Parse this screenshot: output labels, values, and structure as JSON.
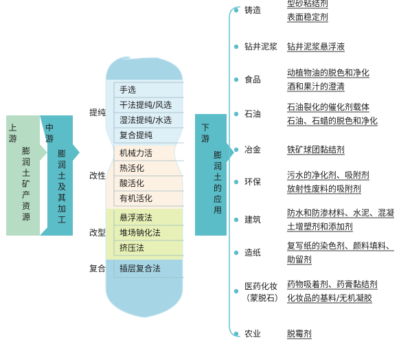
{
  "colors": {
    "upstream": "#b6dcc3",
    "midstream": "#5bbdc8",
    "downstream": "#5bbdc8",
    "purify": "#ddeff7",
    "modify": "#fdf1e3",
    "reform": "#e7f1b7",
    "composite": "#a6d6e6",
    "cap": "#a6d6e6",
    "line": "#6cc4d2",
    "dot": "#5cbcca",
    "underline": "#333333"
  },
  "upstream": {
    "line1": "上游",
    "line2": "膨润土矿产资源"
  },
  "midstream": {
    "line1": "中游",
    "line2": "膨润土及其加工"
  },
  "downstream": {
    "line1": "下游",
    "line2": "膨润土的应用"
  },
  "processing": {
    "groups": [
      {
        "label": "提纯",
        "color_key": "purify",
        "items": [
          "手选",
          "干法提纯/风选",
          "湿法提纯/水选",
          "复合提纯"
        ]
      },
      {
        "label": "改性",
        "color_key": "modify",
        "items": [
          "机械力活",
          "热活化",
          "酸活化",
          "有机活化"
        ]
      },
      {
        "label": "改型",
        "color_key": "reform",
        "items": [
          "悬浮液法",
          "堆场钠化法",
          "挤压法"
        ]
      },
      {
        "label": "复合",
        "color_key": "composite",
        "items": [
          "插层复合法"
        ]
      }
    ]
  },
  "applications": [
    {
      "category": "铸造",
      "details": [
        "型砂粘结剂",
        "表面稳定剂"
      ]
    },
    {
      "category": "钻井泥浆",
      "details": [
        "钻井泥浆悬浮液"
      ]
    },
    {
      "category": "食品",
      "details": [
        "动植物油的脱色和净化",
        "酒和果汁的澄清"
      ]
    },
    {
      "category": "石油",
      "details": [
        "石油裂化的催化剂载体",
        "石油、石蜡的脱色和净化"
      ]
    },
    {
      "category": "冶金",
      "details": [
        "铁矿球团黏结剂"
      ]
    },
    {
      "category": "环保",
      "details": [
        "污水的净化剂、吸附剂",
        "放射性废料的吸附剂"
      ]
    },
    {
      "category": "建筑",
      "details": [
        "防水和防渗材料、水泥、混凝",
        "土增塑剂和添加剂"
      ]
    },
    {
      "category": "造纸",
      "details": [
        "复写纸的染色剂、颜料填料、",
        "助留剂"
      ]
    },
    {
      "category": "医药化妆",
      "category2": "（蒙脱石）",
      "details": [
        "药物吸着剂、药膏黏结剂",
        "化妆品的基料/无机凝胶"
      ]
    },
    {
      "category": "农业",
      "details": [
        "脱霉剂"
      ]
    }
  ]
}
